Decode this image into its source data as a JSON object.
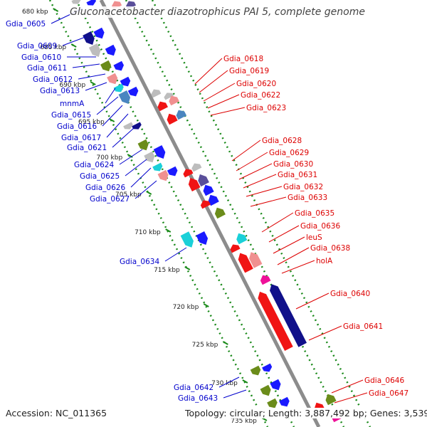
{
  "title": "Gluconacetobacter diazotrophicus PAI 5, complete genome",
  "accession_text": "Accession: NC_011365",
  "topology_text": "Topology: circular; Length: 3,887,492 bp; Genes: 3,539",
  "colors": {
    "backbone": "#8c8c8c",
    "tick": "#1a8a1a",
    "left_label": "#0000cc",
    "right_label": "#dd0000",
    "blue": "#1a1aff",
    "navy": "#10108a",
    "olive": "#6b8c1a",
    "cyan": "#1ad0d8",
    "steel": "#4a86c0",
    "pink": "#f09090",
    "red": "#f01414",
    "gray": "#bdbdbd",
    "slate": "#5a4f9a",
    "magenta": "#ee1199"
  },
  "scale": [
    "680 kbp",
    "685 kbp",
    "690 kbp",
    "695 kbp",
    "700 kbp",
    "705 kbp",
    "710 kbp",
    "715 kbp",
    "720 kbp",
    "725 kbp",
    "730 kbp",
    "735 kbp"
  ],
  "left_genes": [
    "Gdia_0605",
    "Gdia_0609",
    "Gdia_0610",
    "Gdia_0611",
    "Gdia_0612",
    "Gdia_0613",
    "mnmA",
    "Gdia_0615",
    "Gdia_0616",
    "Gdia_0617",
    "Gdia_0621",
    "Gdia_0624",
    "Gdia_0625",
    "Gdia_0626",
    "Gdia_0627",
    "Gdia_0634",
    "Gdia_0642",
    "Gdia_0643"
  ],
  "right_genes": [
    "Gdia_0618",
    "Gdia_0619",
    "Gdia_0620",
    "Gdia_0622",
    "Gdia_0623",
    "Gdia_0628",
    "Gdia_0629",
    "Gdia_0630",
    "Gdia_0631",
    "Gdia_0632",
    "Gdia_0633",
    "Gdia_0635",
    "Gdia_0636",
    "leuS",
    "Gdia_0638",
    "holA",
    "Gdia_0640",
    "Gdia_0641",
    "Gdia_0646",
    "Gdia_0647"
  ]
}
